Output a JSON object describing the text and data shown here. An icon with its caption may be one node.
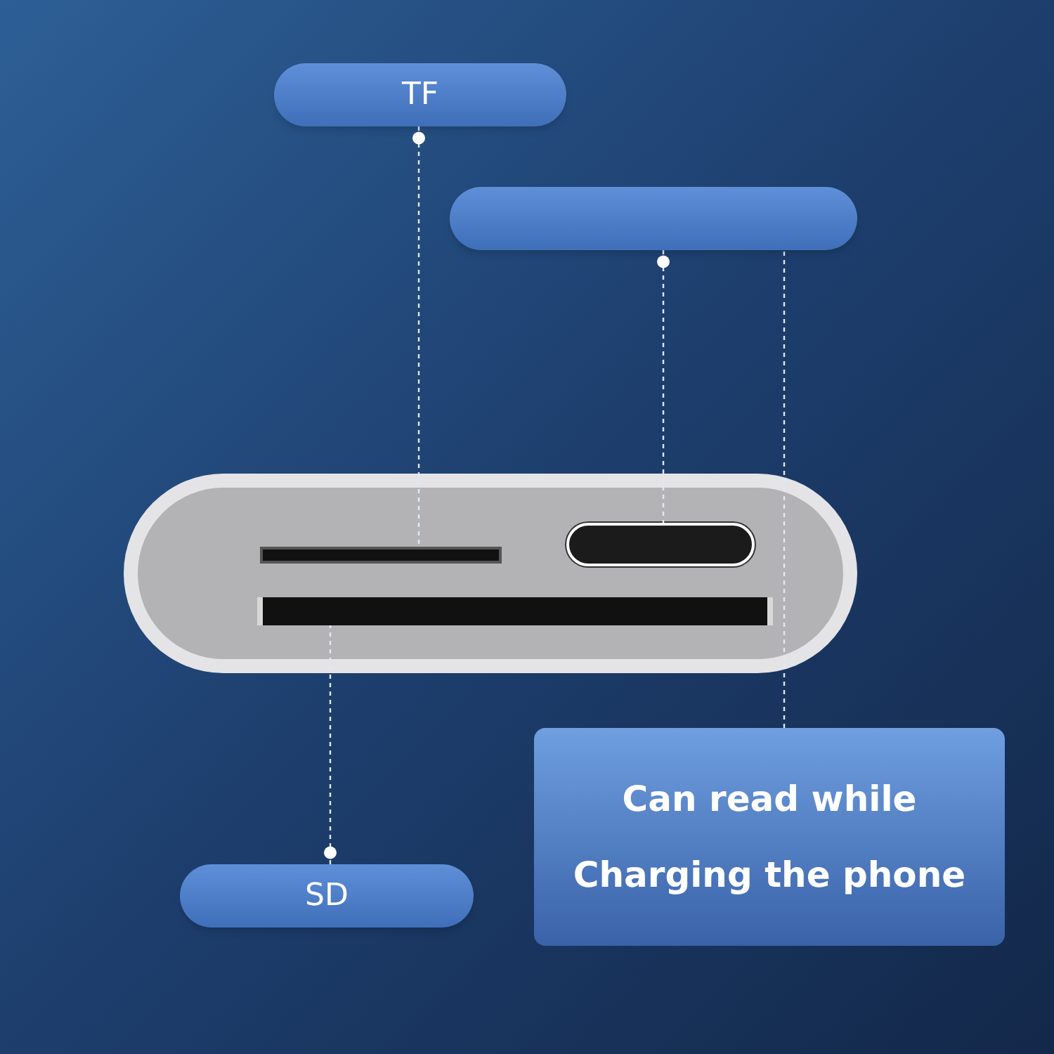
{
  "diagram": {
    "nodes": [
      {
        "text": [
          "TF"
        ]
      },
      {
        "text": [],
        "shape": "box"
      },
      {
        "text": [
          "SD"
        ]
      },
      {
        "text": [
          "Can read while Charging the phone"
        ]
      },
      {
        "text": [],
        "shape": "picture"
      },
      {
        "text": [],
        "shape": "bar",
        "in": 4
      },
      {
        "text": [],
        "shape": "box",
        "in": 4
      },
      {
        "text": [],
        "shape": "bar",
        "in": 4
      }
    ],
    "edges": [
      {
        "from": 0,
        "to": 5,
        "arrow": "other"
      },
      {
        "from": 1,
        "to": 6,
        "arrow": "other"
      },
      {
        "from": 2,
        "to": 7,
        "arrow": "other"
      },
      {
        "from": 3,
        "to": 1,
        "arrow": "none"
      }
    ]
  }
}
